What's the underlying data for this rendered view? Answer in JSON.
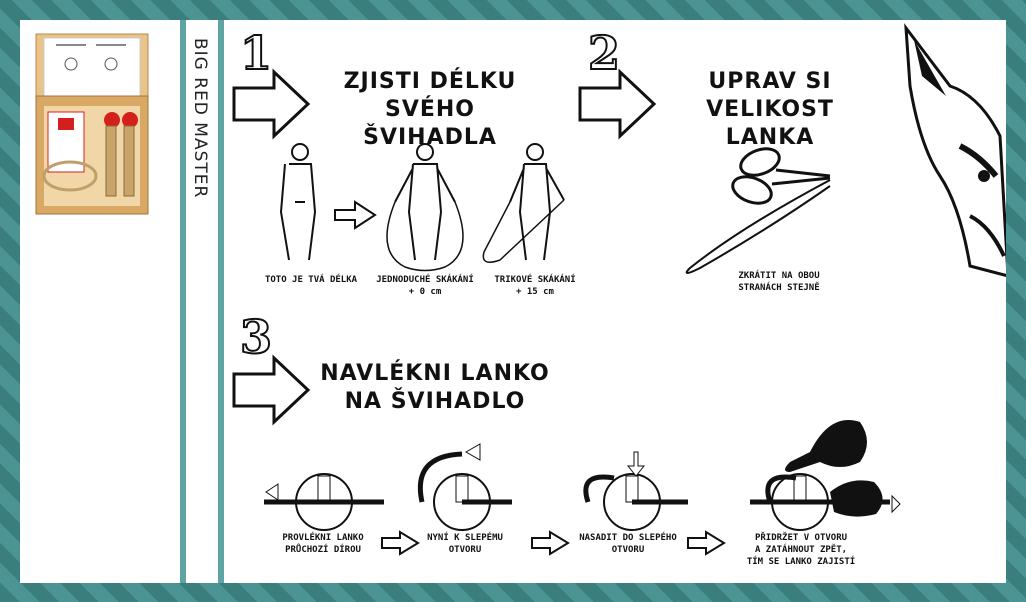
{
  "brand": "BIG RED MASTER",
  "steps": [
    {
      "number": "1",
      "title_line1": "ZJISTI DÉLKU",
      "title_line2": "SVÉHO ŠVIHADLA"
    },
    {
      "number": "2",
      "title_line1": "UPRAV SI",
      "title_line2": "VELIKOST LANKA"
    },
    {
      "number": "3",
      "title_line1": "NAVLÉKNI LANKO",
      "title_line2": "NA ŠVIHADLO"
    }
  ],
  "step1_captions": [
    {
      "line1": "TOTO JE TVÁ DÉLKA",
      "line2": ""
    },
    {
      "line1": "JEDNODUCHÉ SKÁKÁNÍ",
      "line2": "+ 0 cm"
    },
    {
      "line1": "TRIKOVÉ SKÁKÁNÍ",
      "line2": "+ 15 cm"
    }
  ],
  "step2_caption": {
    "line1": "ZKRÁTIT NA OBOU",
    "line2": "STRANÁCH STEJNĚ"
  },
  "step3_captions": [
    {
      "line1": "PROVLÉKNI LANKO",
      "line2": "PRŮCHOZÍ DÍROU",
      "line3": ""
    },
    {
      "line1": "NYNÍ K SLEPÉMU",
      "line2": "OTVORU",
      "line3": ""
    },
    {
      "line1": "NASADIT DO SLEPÉHO",
      "line2": "OTVORU",
      "line3": ""
    },
    {
      "line1": "PŘIDRŽET V OTVORU",
      "line2": "A ZATÁHNOUT ZPĚT,",
      "line3": "TÍM SE LANKO ZAJISTÍ"
    }
  ],
  "colors": {
    "frame": "#3f8585",
    "divider": "#5fa3a3",
    "ink": "#111111",
    "accent_red": "#d4201c"
  },
  "icons": [
    "arrow-right-icon",
    "scissors-icon",
    "kangaroo-icon",
    "hand-icon",
    "product-box-image"
  ]
}
